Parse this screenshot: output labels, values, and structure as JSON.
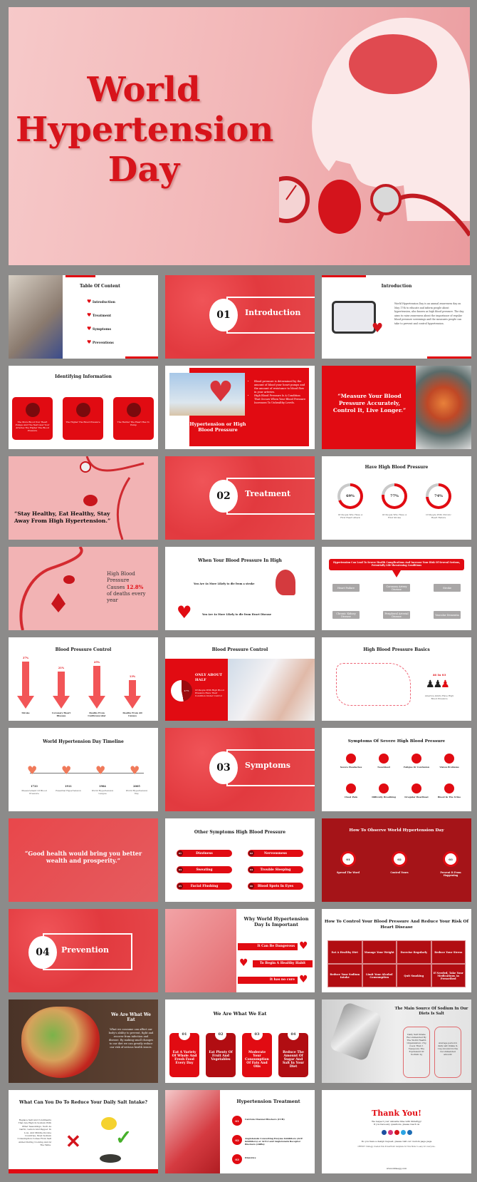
{
  "colors": {
    "accent": "#e10b12",
    "dark_red": "#a20e13",
    "background": "#8c8b8a",
    "grey_box": "#a9a7a7"
  },
  "cover": {
    "title_lines": [
      "World",
      "Hypertension",
      "Day"
    ]
  },
  "toc": {
    "title": "Table Of Content",
    "items": [
      "Introduction",
      "Treatment",
      "Symptoms",
      "Preventions"
    ],
    "icon": "heart-pulse-icon"
  },
  "sections": [
    {
      "num": "01",
      "label": "Introduction"
    },
    {
      "num": "02",
      "label": "Treatment"
    },
    {
      "num": "03",
      "label": "Symptoms"
    },
    {
      "num": "04",
      "label": "Prevention"
    }
  ],
  "intro": {
    "title": "Introduction",
    "body": "World Hypertension Day is an annual awareness day on May 17th to educate and inform people about hypertension, also known as high blood pressure. The day aims to raise awareness about the importance of regular blood pressure screenings and the measures people can take to prevent and control hypertension."
  },
  "identifying": {
    "title": "Identifying Information",
    "cards": [
      "The More Blood Your Heart Pumps And The Narrower Your Arteries The Higher The Blood Pressure",
      "The Higher The Blood Pressure",
      "The Harder The Heart Has To Pump"
    ]
  },
  "hbp": {
    "title": "Hypertension or High Blood Pressure",
    "bullets": [
      "Blood pressure is determined by the amount of blood your heart pumps and the amount of resistance to blood flow in your arteries.",
      "High Blood Pressure Is A Condition That Occurs When Your Blood Pressure Increases To Unhealthy Levels."
    ]
  },
  "quote1": "“Measure Your Blood Pressure Accurately, Control It, Live Longer.”",
  "quote2": "“Stay Healthy, Eat Healthy, Stay Away From High Hypertension.”",
  "have": {
    "title": "Have High Blood Pressure",
    "items": [
      {
        "value": 69,
        "label": "69%",
        "text": "Of People Who Have A First Heart Attack"
      },
      {
        "value": 77,
        "label": "77%",
        "text": "Of People Who Have A First Stroke"
      },
      {
        "value": 74,
        "label": "74%",
        "text": "Of People With Chronic Heart Failure"
      }
    ]
  },
  "deaths": {
    "line1": "High Blood Pressure",
    "line2": "Causes",
    "pct": "12.8%",
    "line3": "of deaths every year"
  },
  "when": {
    "title": "When Your Blood Pressure In High",
    "stroke": "You Are 4x More Likely to die from a stroke",
    "heart": "You Are 4x More Likely to die from Heart Disease"
  },
  "complications": {
    "header": "Hypertension Can Lead To Severe Health Complications And Increase Your Risk Of Several Serious, Potentially Life-threatening Conditions",
    "boxes": [
      "Heart Failure",
      "Coronary Artery Disease",
      "Stroke",
      "Chronic Kidney Disease",
      "Peripheral Arterial Disease",
      "Vascular Dementia"
    ]
  },
  "control": {
    "title": "Blood Pressure Control",
    "items": [
      {
        "pct": "37%",
        "label": "Stroke"
      },
      {
        "pct": "21%",
        "label": "Coronary Heart Disease"
      },
      {
        "pct": "25%",
        "label": "Deaths From Cardiovascular"
      },
      {
        "pct": "13%",
        "label": "Deaths From All Causes"
      }
    ]
  },
  "control2": {
    "title": "Blood Pressure Control",
    "headline": "ONLY ABOUT HALF",
    "text": "Of People With High Blood Pressure Have Their Condition Under Control",
    "pie_label": "47%",
    "pie_value": 47
  },
  "basics": {
    "title": "High Blood Pressure Basics",
    "ratio": "46 In 03",
    "text": "America Adults Have High Blood Pressure"
  },
  "timeline": {
    "title": "World Hypertension Day Timeline",
    "items": [
      {
        "year": "1733",
        "text": "Measurement Of Blood Pressure"
      },
      {
        "year": "1911",
        "text": "Essential Hypertension"
      },
      {
        "year": "1984",
        "text": "World Hypertension League"
      },
      {
        "year": "2005",
        "text": "World Hypertension Day"
      }
    ]
  },
  "severe": {
    "title": "Symptoms Of Severe High Blood Pressure",
    "items": [
      "Severe Headaches",
      "Nosebleed",
      "Fatigue Or Confusion",
      "Vision Problems",
      "Chest Pain",
      "Difficulty Breathing",
      "Irregular Heartbeat",
      "Blood In The Urine"
    ]
  },
  "quote3": "“Good health would bring you better wealth and prosperity.”",
  "other": {
    "title": "Other Symptoms High Blood Pressure",
    "items": [
      {
        "n": "01",
        "t": "Dizziness"
      },
      {
        "n": "02",
        "t": "Nervousness"
      },
      {
        "n": "03",
        "t": "Sweating"
      },
      {
        "n": "04",
        "t": "Trouble Sleeping"
      },
      {
        "n": "05",
        "t": "Facial Flushing"
      },
      {
        "n": "06",
        "t": "Blood Spots In Eyes"
      }
    ]
  },
  "observe": {
    "title": "How To Observe World Hypertension Day",
    "items": [
      {
        "n": "01",
        "t": "Spread The Word"
      },
      {
        "n": "02",
        "t": "Control Yours"
      },
      {
        "n": "03",
        "t": "Prevent It From Happening"
      }
    ]
  },
  "why": {
    "title": "Why World Hypertension Day Is Important",
    "items": [
      "It Can Be Dangerous",
      "To Begin A Healthy Habit",
      "It has no cure"
    ]
  },
  "howcontrol": {
    "title": "How To Control Your Blood Pressure And Reduce Your Risk Of Heart Disease",
    "cells": [
      "Eat A Healthy Diet",
      "Manage Your Weight",
      "Exercise Regularly",
      "Reduce Your Stress",
      "Reduce Your Sodium Intake",
      "Limit Your Alcohol Consumption",
      "Quit Smoking",
      "If Needed, Take Your Medications As Prescribed"
    ]
  },
  "eat1": {
    "title": "We Are What We Eat",
    "body": "What we consume can affect our body's ability to prevent, fight and recover from infection and disease. By making small changes to our diet we can greatly reduce our risk of serious health issues."
  },
  "eat2": {
    "title": "We Are What We Eat",
    "cards": [
      {
        "n": "01",
        "t": "Eat A Variety Of Whole And Fresh Food Every Day"
      },
      {
        "n": "02",
        "t": "Eat Plenty Of Fruit And Vegetables"
      },
      {
        "n": "03",
        "t": "Moderate Your Consumption Of Fats And Oils"
      },
      {
        "n": "04",
        "t": "Reduce The Amount Of Sugar And Salt In Your Diet"
      }
    ]
  },
  "sodium": {
    "title": "The Main Source Of Sodium In Our Diets Is Salt",
    "box1": "Daily Salt Intake Recommended By The World Health Organization <5g (Less Than 1 Teaspoon) The Equivalent Of Sodium 2g",
    "box2": "Average person's daily salt intake 9-12g Around 2x the recommended amount"
  },
  "reduce": {
    "title": "What Can You Do To Reduce Your Daily Salt Intake?",
    "body": "Replace Salt And Condiments That Are High In Sodium With Other Seasonings, Such As Garlic, Lemon And Pepper. In Low- And Middle-Income Countries, Most Sodium Consumption Comes From Salt Added During Cooking And At The Table."
  },
  "treatment": {
    "title": "Hypertension Treatment",
    "items": [
      {
        "n": "01",
        "t": "Calcium Channel Blockers (CCB)"
      },
      {
        "n": "02",
        "t": "Angiotensin Converting Enzyme Inhibitors (ACE inhibitors) or ACE-I and Angiotensin Receptor Blockers (ARBs)"
      },
      {
        "n": "03",
        "t": "Diuretics"
      }
    ]
  },
  "thanks": {
    "title": "Thank You!",
    "line1": "We respect your valuable time with SlideEgg!",
    "line2": "If you have any questions, please reach us",
    "request": "Do you have a design request, please visit our custom page page",
    "credit": "CREDIT: Slidegg created this PowerPoint template for this Slide to easy for everyone.",
    "url": "www.slideegg.com",
    "social": [
      "facebook-icon",
      "instagram-icon",
      "youtube-icon",
      "twitter-icon",
      "linkedin-icon"
    ]
  }
}
